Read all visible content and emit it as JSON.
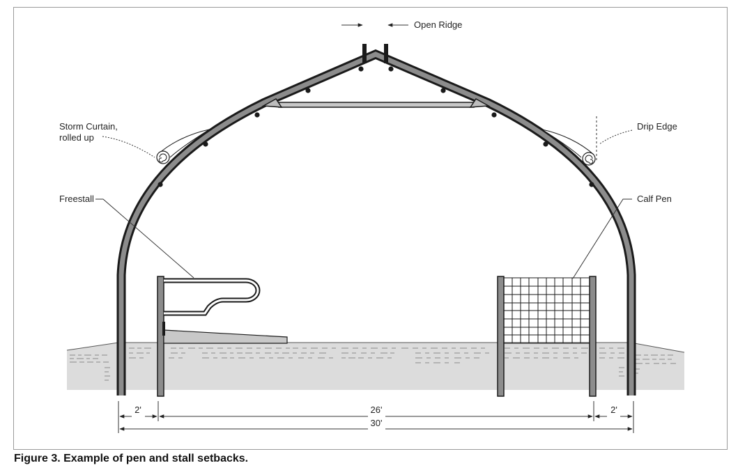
{
  "labels": {
    "open_ridge": "Open Ridge",
    "storm_curtain_line1": "Storm Curtain,",
    "storm_curtain_line2": "rolled up",
    "drip_edge": "Drip Edge",
    "freestall": "Freestall",
    "calf_pen": "Calf Pen"
  },
  "dimensions": {
    "left_setback": "2'",
    "inner_span": "26'",
    "right_setback": "2'",
    "total_span": "30'"
  },
  "caption": "Figure 3. Example of pen and stall setbacks.",
  "colors": {
    "frame_fill": "#8c8c8c",
    "frame_stroke": "#1a1a1a",
    "ground": "#dcdcdc"
  }
}
